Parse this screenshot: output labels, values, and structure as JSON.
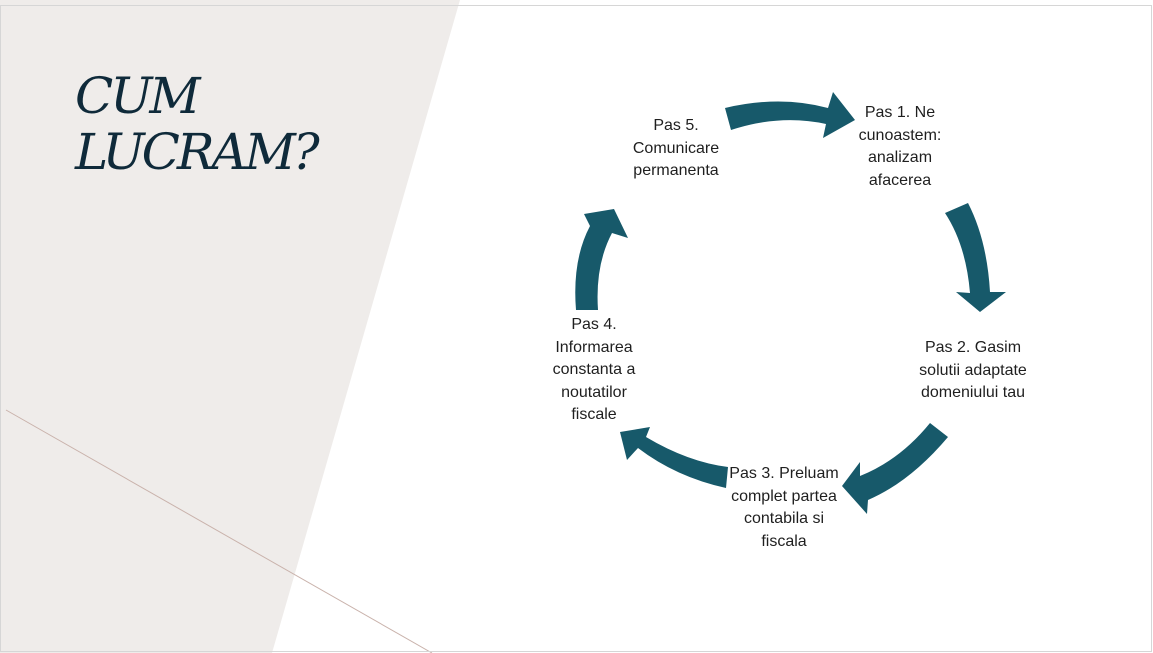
{
  "slide": {
    "title_lines": [
      "CUM",
      "LUCRAM?"
    ],
    "accent_color": "#17596a",
    "panel_color": "#efecea",
    "title_color": "#0f2a3a",
    "steps": [
      "Pas 1. Ne\ncunoastem:\nanalizam\nafacerea",
      "Pas 2. Gasim\nsolutii adaptate\ndomeniului tau",
      "Pas 3. Preluam\ncomplet partea\ncontabila si\nfiscala",
      "Pas 4.\nInformarea\nconstanta a\nnoutatilor\nfiscale",
      "Pas 5.\nComunicare\npermanenta"
    ]
  }
}
